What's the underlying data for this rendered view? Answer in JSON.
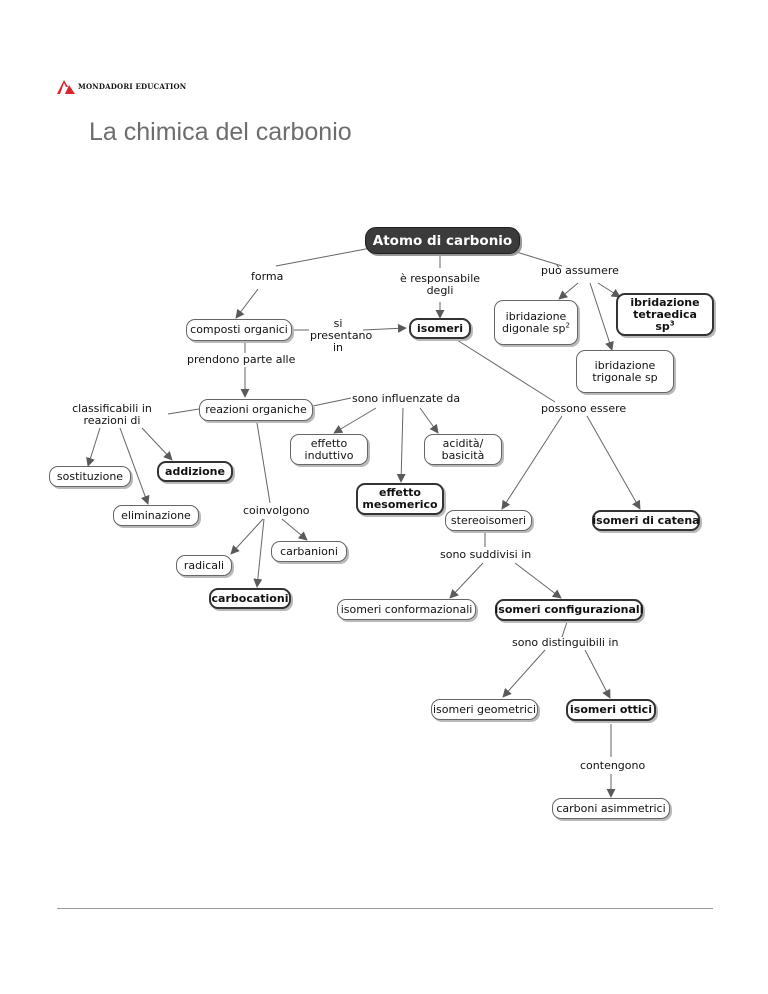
{
  "publisher": "MONDADORI EDUCATION",
  "page_title": "La chimica del carbonio",
  "nodes": {
    "atomo": "Atomo di carbonio",
    "composti": "composti organici",
    "isomeri": "isomeri",
    "ibrid_digonale": "ibridazione digonale sp",
    "ibrid_digonale_exp": "2",
    "ibrid_tetraedica": "ibridazione tetraedica sp",
    "ibrid_tetraedica_exp": "3",
    "ibrid_trigonale": "ibridazione trigonale sp",
    "reazioni": "reazioni organiche",
    "sostituzione": "sostituzione",
    "addizione": "addizione",
    "eliminazione": "eliminazione",
    "effetto_induttivo": "effetto induttivo",
    "acidita": "acidità/ basicità",
    "effetto_mesomerico": "effetto mesomerico",
    "radicali": "radicali",
    "carbanioni": "carbanioni",
    "carbocationi": "carbocationi",
    "stereoisomeri": "stereoisomeri",
    "isomeri_catena": "isomeri di catena",
    "isomeri_conformazionali": "isomeri conformazionali",
    "isomeri_configurazionali": "isomeri configurazionali",
    "isomeri_geometrici": "isomeri geometrici",
    "isomeri_ottici": "isomeri ottici",
    "carboni_asimmetrici": "carboni asimmetrici"
  },
  "links": {
    "forma": "forma",
    "responsabile": "è responsabile degli",
    "assumere": "può assumere",
    "presentano": "si presentano in",
    "prendono": "prendono parte alle",
    "classificabili": "classificabili in reazioni di",
    "influenzate": "sono influenzate da",
    "coinvolgono": "coinvolgono",
    "possono": "possono essere",
    "suddivisi": "sono suddivisi in",
    "distinguibili": "sono distinguibili in",
    "contengono": "contengono"
  },
  "colors": {
    "line": "#666666",
    "arrow": "#5a5a5a",
    "root_fill": "#3b3b3b",
    "title": "#6d6d6d",
    "logo_red": "#d8262c"
  }
}
